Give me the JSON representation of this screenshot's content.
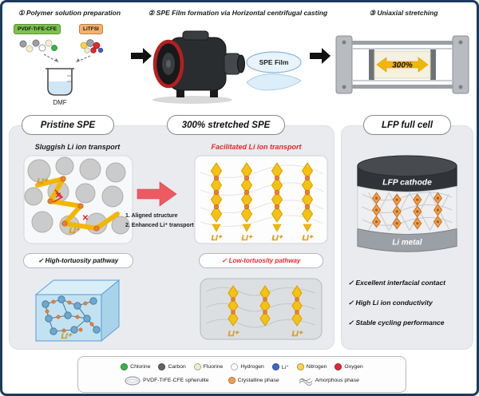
{
  "top": {
    "step1": {
      "label": "① Polymer solution preparation",
      "chem1": "PVDF-TrFE-CFE",
      "chem2": "LiTFSI",
      "solvent": "DMF"
    },
    "step2": {
      "label": "② SPE Film formation via Horizontal centrifugal casting",
      "film_label": "SPE Film"
    },
    "step3": {
      "label": "③ Uniaxial stretching",
      "stretch_pct": "300%"
    }
  },
  "panels": {
    "pristine": {
      "title": "Pristine SPE",
      "transport_caption": "Sluggish Li ion transport",
      "li_label": "Li⁺",
      "cross_mark": "✕",
      "pathway_caption": "✓ High-tortuosity pathway"
    },
    "stretched": {
      "title": "300% stretched SPE",
      "transport_caption": "Facilitated Li ion transport",
      "note1": "1. Aligned structure",
      "note2": "2. Enhanced Li⁺ transport",
      "li_label": "Li⁺",
      "pathway_caption": "✓ Low-tortuosity pathway"
    },
    "full_cell": {
      "title": "LFP full cell",
      "cathode_label": "LFP cathode",
      "anode_label": "Li metal",
      "bullets": [
        "✓ Excellent interfacial contact",
        "✓ High Li ion conductivity",
        "✓ Stable cycling performance"
      ]
    }
  },
  "legend": {
    "atoms": [
      {
        "label": "Chlorine",
        "color": "#3cb44a"
      },
      {
        "label": "Carbon",
        "color": "#636363"
      },
      {
        "label": "Fluorine",
        "color": "#f2eecb"
      },
      {
        "label": "Hydrogen",
        "color": "#ffffff"
      },
      {
        "label": "Li⁺",
        "color": "#3a6bc9"
      },
      {
        "label": "Nitrogen",
        "color": "#ffd34d"
      },
      {
        "label": "Oxygen",
        "color": "#e8262d"
      }
    ],
    "phases": [
      {
        "label": "PVDF-TrFE-CFE spherulite"
      },
      {
        "label": "Crystalline phase",
        "color": "#f0a050"
      },
      {
        "label": "Amorphous phase"
      }
    ]
  }
}
